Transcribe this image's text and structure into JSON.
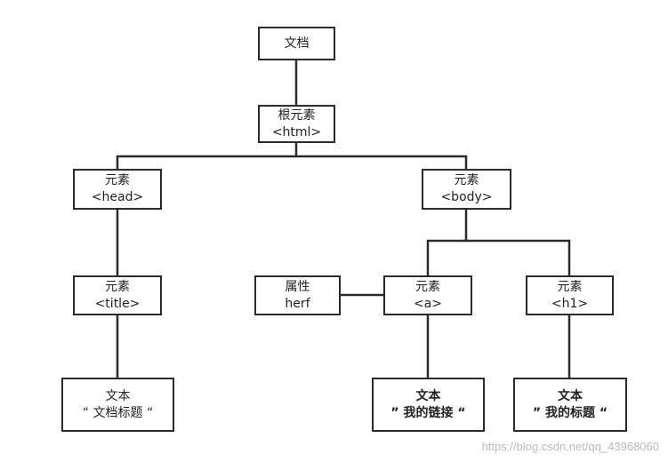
{
  "nodes": {
    "document": {
      "line1": "文档"
    },
    "root": {
      "line1": "根元素",
      "line2": "<html>"
    },
    "head": {
      "line1": "元素",
      "line2": "<head>"
    },
    "body": {
      "line1": "元素",
      "line2": "<body>"
    },
    "title": {
      "line1": "元素",
      "line2": "<title>"
    },
    "attr": {
      "line1": "属性",
      "line2": "herf"
    },
    "a": {
      "line1": "元素",
      "line2": "<a>"
    },
    "h1": {
      "line1": "元素",
      "line2": "<h1>"
    },
    "text_title": {
      "line1": "文本",
      "line2": "“  文档标题  “"
    },
    "text_link": {
      "line1": "文本",
      "line2": "”  我的链接  “"
    },
    "text_heading": {
      "line1": "文本",
      "line2": "”  我的标题  “"
    }
  },
  "watermark": "https://blog.csdn.net/qq_43968060"
}
